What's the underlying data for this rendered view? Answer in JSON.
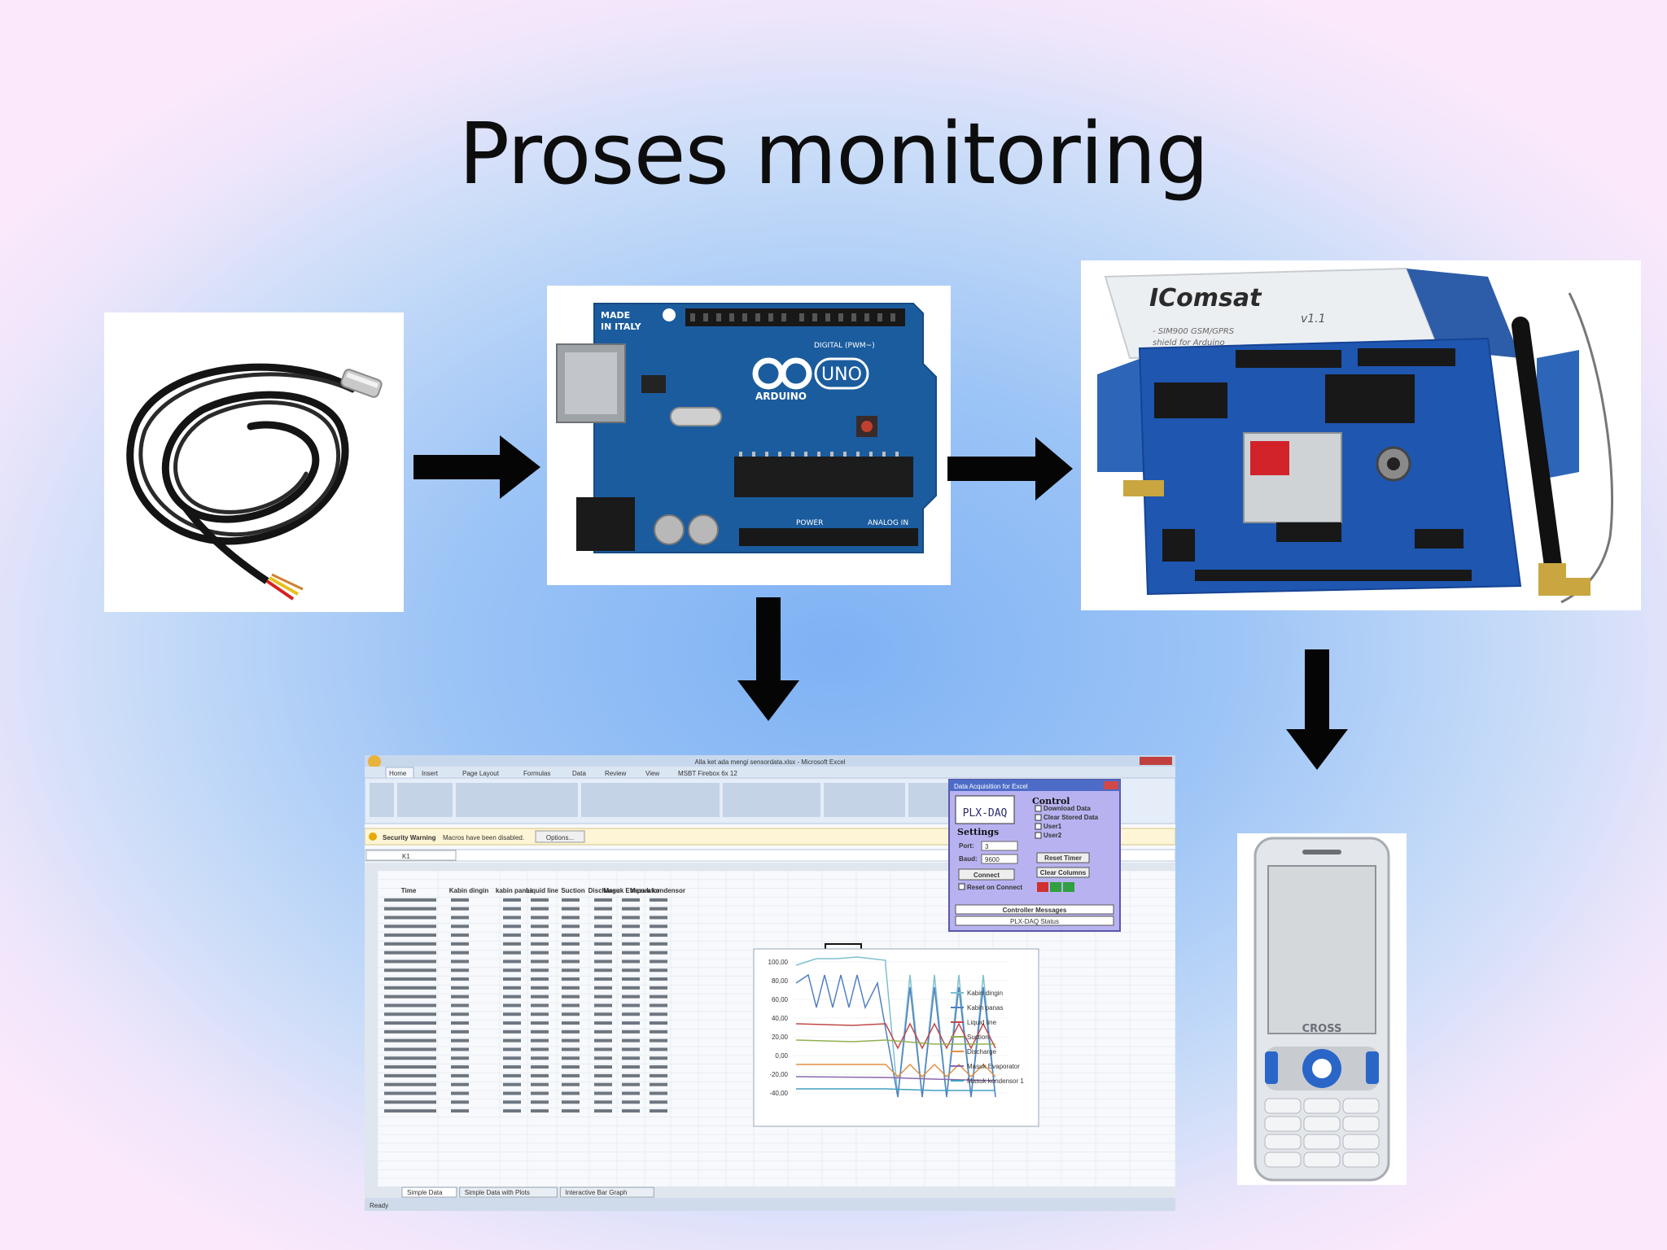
{
  "slide": {
    "title": "Proses monitoring"
  },
  "nodes": {
    "sensor": {
      "icon": "temperature-sensor-probe-icon"
    },
    "arduino": {
      "board_made": "MADE",
      "board_country": "IN ITALY",
      "board_model": "UNO",
      "board_brand": "ARDUINO",
      "board_digital": "DIGITAL (PWM~)",
      "board_power": "POWER",
      "board_analog": "ANALOG IN"
    },
    "gsm_shield": {
      "brand": "IComsat",
      "version": "v1.1",
      "subtitle_1": "- SIM900 GSM/GPRS",
      "subtitle_2": "shield for Arduino"
    },
    "excel": {
      "window_title": "Alla ket ada mengi sensordata.xlsx - Microsoft Excel",
      "ribbon_tabs": [
        "Home",
        "Insert",
        "Page Layout",
        "Formulas",
        "Data",
        "Review",
        "View",
        "MSBT Firebox 6x 12"
      ],
      "security_label": "Security Warning",
      "security_text": "Macros have been disabled.",
      "options_button": "Options...",
      "name_box": "K1",
      "dialog_title": "Data Acquisition for Excel",
      "dialog_logo": "PLX-DAQ",
      "dialog_settings": "Settings",
      "dialog_port": "Port:",
      "dialog_port_value": "3",
      "dialog_baud": "Baud:",
      "dialog_baud_value": "9600",
      "dialog_connect": "Connect",
      "dialog_reset_label": "Reset on Connect",
      "dialog_control": "Control",
      "dialog_options": [
        "Download Data",
        "Clear Stored Data",
        "User1",
        "User2"
      ],
      "dialog_reset_timer": "Reset Timer",
      "dialog_clear_columns": "Clear Columns",
      "dialog_controller_messages": "Controller Messages",
      "dialog_status": "PLX-DAQ Status",
      "sheet_tabs": [
        "Simple Data",
        "Simple Data with Plots",
        "Interactive Bar Graph"
      ],
      "status": "Ready",
      "columns": [
        "Time",
        "Kabin dingin",
        "kabin panas",
        "Liquid line",
        "Suction",
        "Discharge",
        "Masuk Evaporator",
        "Masuk kondensor"
      ],
      "legend": [
        "Kabin dingin",
        "Kabin panas",
        "Liquid line",
        "Suction",
        "Discharge",
        "Masuk Evaporator",
        "Masuk kondensor 1"
      ],
      "yticks": [
        "100,00",
        "80,00",
        "60,00",
        "40,00",
        "20,00",
        "0,00",
        "-20,00",
        "-40,00"
      ]
    },
    "phone": {
      "brand": "CROSS"
    }
  }
}
